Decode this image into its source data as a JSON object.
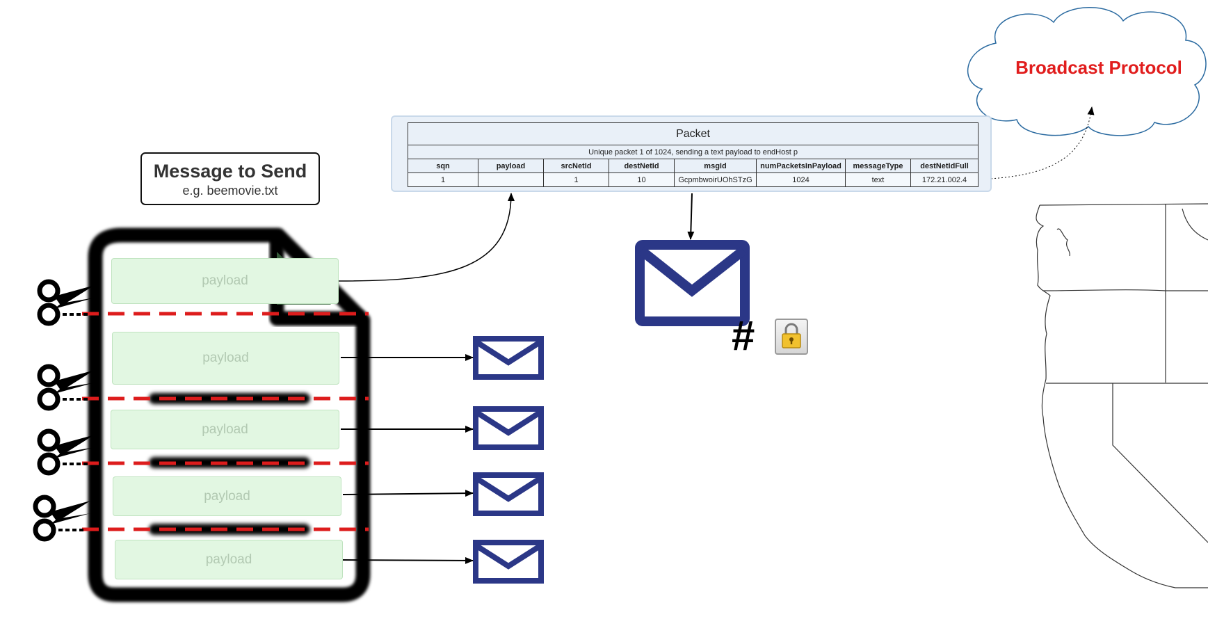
{
  "message_box": {
    "title": "Message to Send",
    "subtitle": "e.g. beemovie.txt"
  },
  "payload_label": "payload",
  "packet": {
    "title": "Packet",
    "description": "Unique packet 1 of 1024, sending a text payload to endHost p",
    "columns": [
      "sqn",
      "payload",
      "srcNetId",
      "destNetId",
      "msgId",
      "numPacketsInPayload",
      "messageType",
      "destNetIdFull"
    ],
    "row": [
      "1",
      "",
      "1",
      "10",
      "GcpmbwoirUOhSTzG",
      "1024",
      "text",
      "172.21.002.4"
    ]
  },
  "cloud": {
    "label": "Broadcast Protocol"
  },
  "hash_symbol": "#",
  "colors": {
    "envelope": "#2b3787",
    "cut_line": "#dd1c1c",
    "payload_fill": "#e2f7e2",
    "cloud_text": "#e11d1d",
    "cloud_stroke": "#2a6aa0"
  },
  "icons": [
    "document-icon",
    "scissors-icon",
    "envelope-icon",
    "lock-icon",
    "cloud-shape",
    "us-west-map"
  ]
}
